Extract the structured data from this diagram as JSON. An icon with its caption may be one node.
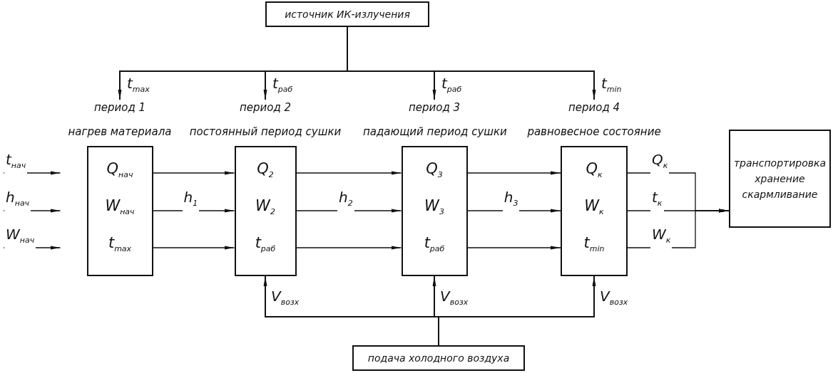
{
  "diagram": {
    "nodes": [
      {
        "text": [
          "источник ИК-излучения"
        ]
      },
      {
        "text": [
          "период 1",
          "нагрев материала",
          "Q$_{нач}$",
          "W$_{нач}$",
          "t$_{max}$"
        ]
      },
      {
        "text": [
          "период 2",
          "постоянный период сушки",
          "Q$_{2}$",
          "W$_{2}$",
          "t$_{раб}$"
        ]
      },
      {
        "text": [
          "период 3",
          "падающий период сушки",
          "Q$_{3}$",
          "W$_{3}$",
          "t$_{раб}$"
        ]
      },
      {
        "text": [
          "период 4",
          "равновесное состояние",
          "Q$_{к}$",
          "W$_{к}$",
          "t$_{min}$"
        ]
      },
      {
        "text": [
          "транспортировка хранение скармливание"
        ]
      },
      {
        "text": [
          "подача холодного воздуха"
        ]
      }
    ],
    "edges": [
      {
        "from": 0,
        "to": 1,
        "arrow": "to",
        "label": "t$_{max}$"
      },
      {
        "from": 0,
        "to": 2,
        "arrow": "to",
        "label": "t$_{раб}$"
      },
      {
        "from": 0,
        "to": 3,
        "arrow": "to",
        "label": "t$_{раб}$"
      },
      {
        "from": 0,
        "to": 4,
        "arrow": "to",
        "label": "t$_{min}$"
      },
      {
        "from": null,
        "to": 1,
        "arrow": "to",
        "label": "t$_{нач}$"
      },
      {
        "from": null,
        "to": 1,
        "arrow": "to",
        "label": "h$_{нач}$"
      },
      {
        "from": null,
        "to": 1,
        "arrow": "to",
        "label": "W$_{нач}$"
      },
      {
        "from": 1,
        "to": 2,
        "arrow": "to"
      },
      {
        "from": 1,
        "to": 2,
        "arrow": "to",
        "label": "h$_{1}$"
      },
      {
        "from": 1,
        "to": 2,
        "arrow": "to"
      },
      {
        "from": 2,
        "to": 3,
        "arrow": "to"
      },
      {
        "from": 2,
        "to": 3,
        "arrow": "to",
        "label": "h$_{2}$"
      },
      {
        "from": 2,
        "to": 3,
        "arrow": "to"
      },
      {
        "from": 3,
        "to": 4,
        "arrow": "to"
      },
      {
        "from": 3,
        "to": 4,
        "arrow": "to",
        "label": "h$_{3}$"
      },
      {
        "from": 3,
        "to": 4,
        "arrow": "to"
      },
      {
        "from": 4,
        "to": 5,
        "arrow": "to",
        "label": "Q$_{к}$"
      },
      {
        "from": 4,
        "to": 5,
        "arrow": "to",
        "label": "t$_{к}$"
      },
      {
        "from": 4,
        "to": 5,
        "arrow": "to",
        "label": "W$_{к}$"
      },
      {
        "from": 6,
        "to": 2,
        "arrow": "to",
        "label": "V$_{возх}$"
      },
      {
        "from": 6,
        "to": 3,
        "arrow": "to",
        "label": "V$_{возх}$"
      },
      {
        "from": 6,
        "to": 4,
        "arrow": "to",
        "label": "V$_{возх}$"
      }
    ]
  }
}
